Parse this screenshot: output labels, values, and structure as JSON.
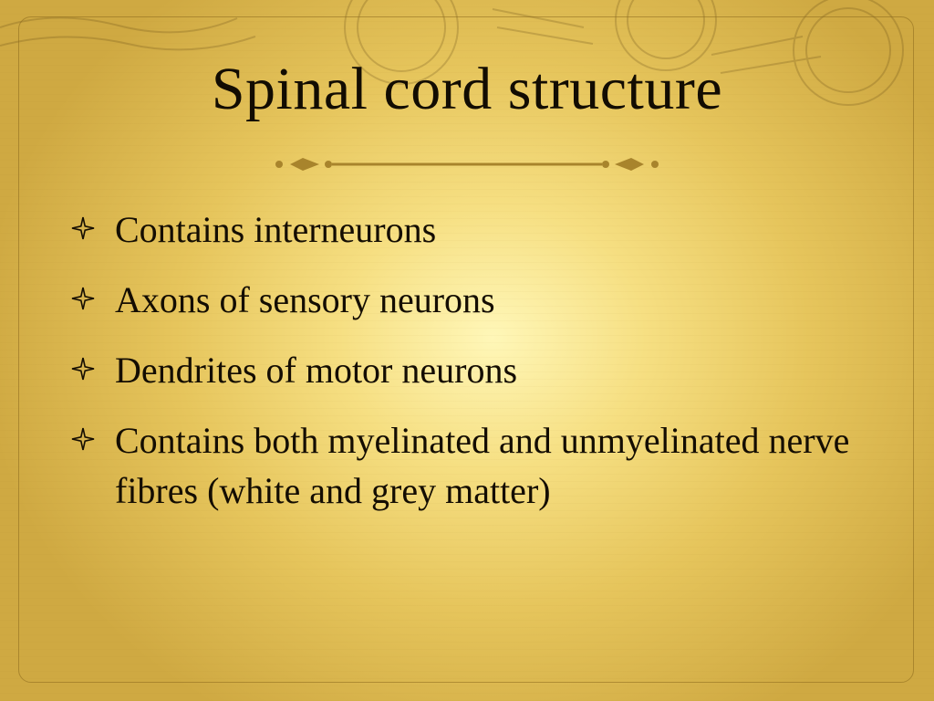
{
  "slide": {
    "title": "Spinal cord structure",
    "bullets": [
      {
        "text": "Contains interneurons",
        "icon": "four-point-star-icon"
      },
      {
        "text": "Axons of sensory neurons",
        "icon": "four-point-star-icon"
      },
      {
        "text": "Dendrites of motor neurons",
        "icon": "four-point-star-icon"
      },
      {
        "text": "Contains both myelinated and unmyelinated nerve fibres (white and grey matter)",
        "icon": "four-point-star-icon"
      }
    ]
  },
  "colors": {
    "text": "#140d02",
    "accent_gold": "#a8842c",
    "background_light": "#fff7b8",
    "background_dark": "#cfa942"
  },
  "decorations": {
    "background_icon": "postage-stamp-icon",
    "divider_icon": "ornamental-divider-icon"
  }
}
